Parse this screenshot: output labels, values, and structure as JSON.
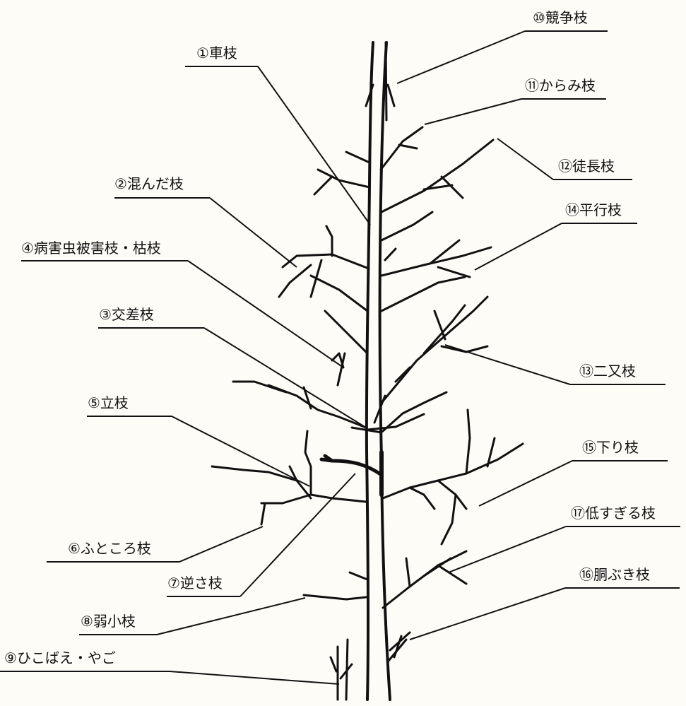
{
  "labels": {
    "l01": "①車枝",
    "l02": "②混んだ枝",
    "l03": "③交差枝",
    "l04": "④病害虫被害枝・枯枝",
    "l05": "⑤立枝",
    "l06": "⑥ふところ枝",
    "l07": "⑦逆さ枝",
    "l08": "⑧弱小枝",
    "l09": "⑨ひこばえ・やご",
    "l10": "⑩競争枝",
    "l11": "⑪からみ枝",
    "l12": "⑫徒長枝",
    "l13": "⑬二又枝",
    "l14": "⑭平行枝",
    "l15": "⑮下り枝",
    "l16": "⑯胴ぶき枝",
    "l17": "⑰低すぎる枝"
  },
  "colors": {
    "ink": "#111111",
    "paper": "#fdfcf7"
  }
}
